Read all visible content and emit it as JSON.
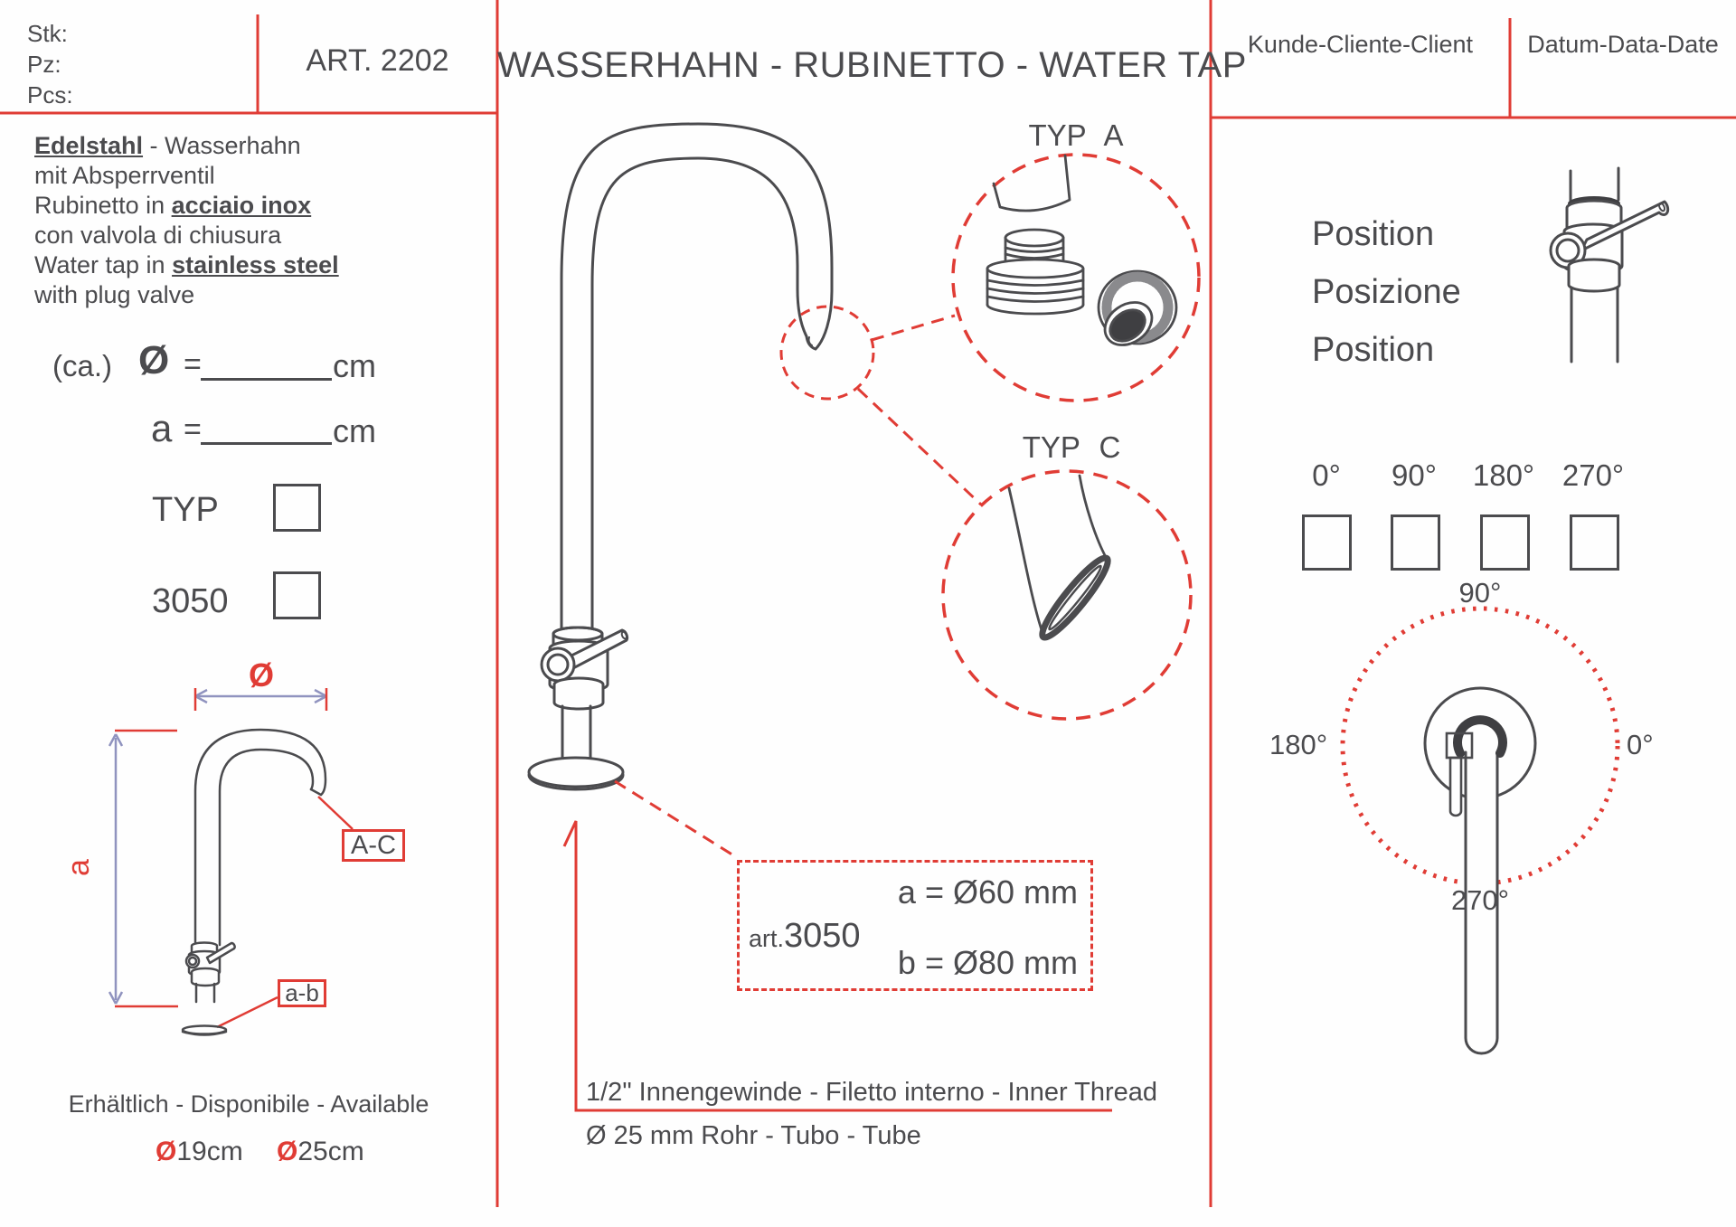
{
  "header": {
    "stk": "Stk:",
    "pz": "Pz:",
    "pcs": "Pcs:",
    "art_no": "ART. 2202",
    "title": "WASSERHAHN - RUBINETTO - WATER TAP",
    "customer": "Kunde-Cliente-Client",
    "date": "Datum-Data-Date"
  },
  "description": {
    "line1_bold": "Edelstahl",
    "line1_rest": " - Wasserhahn",
    "line2": "mit Absperrventil",
    "line3_pre": "Rubinetto in ",
    "line3_bold": "acciaio inox",
    "line4": "con valvola di chiusura",
    "line5_pre": "Water tap in ",
    "line5_bold": "stainless steel",
    "line6": "with plug valve"
  },
  "dimensions": {
    "approx": "(ca.)",
    "dia_symbol": "Ø",
    "equals": "=",
    "unit": "cm",
    "a_symbol": "a",
    "typ_label": "TYP",
    "code_label": "3050"
  },
  "mini_diagram": {
    "dia_label": "Ø",
    "a_label": "a",
    "spout_ref": "A-C",
    "base_ref": "a-b"
  },
  "availability": {
    "heading": "Erhältlich - Disponibile - Available",
    "options": [
      {
        "symbol": "Ø",
        "value": "19cm"
      },
      {
        "symbol": "Ø",
        "value": "25cm"
      }
    ]
  },
  "details": {
    "typ_a": "TYP A",
    "typ_c": "TYP C"
  },
  "spare_part": {
    "art_prefix": "art.",
    "art_code": "3050",
    "dim_a": "a = Ø60 mm",
    "dim_b": "b = Ø80 mm"
  },
  "notes": {
    "thread": "1/2\" Innengewinde - Filetto interno - Inner Thread",
    "tube": "Ø 25 mm  Rohr - Tubo - Tube"
  },
  "position": {
    "labels": [
      "Position",
      "Posizione",
      "Position"
    ],
    "angles": [
      "0°",
      "90°",
      "180°",
      "270°"
    ],
    "circle": {
      "top": "90°",
      "left": "180°",
      "right": "0°",
      "bottom": "270°"
    }
  },
  "colors": {
    "accent_red": "#e03c35",
    "line_dark": "#4b4b4e",
    "dim_blue": "#9093bf"
  }
}
